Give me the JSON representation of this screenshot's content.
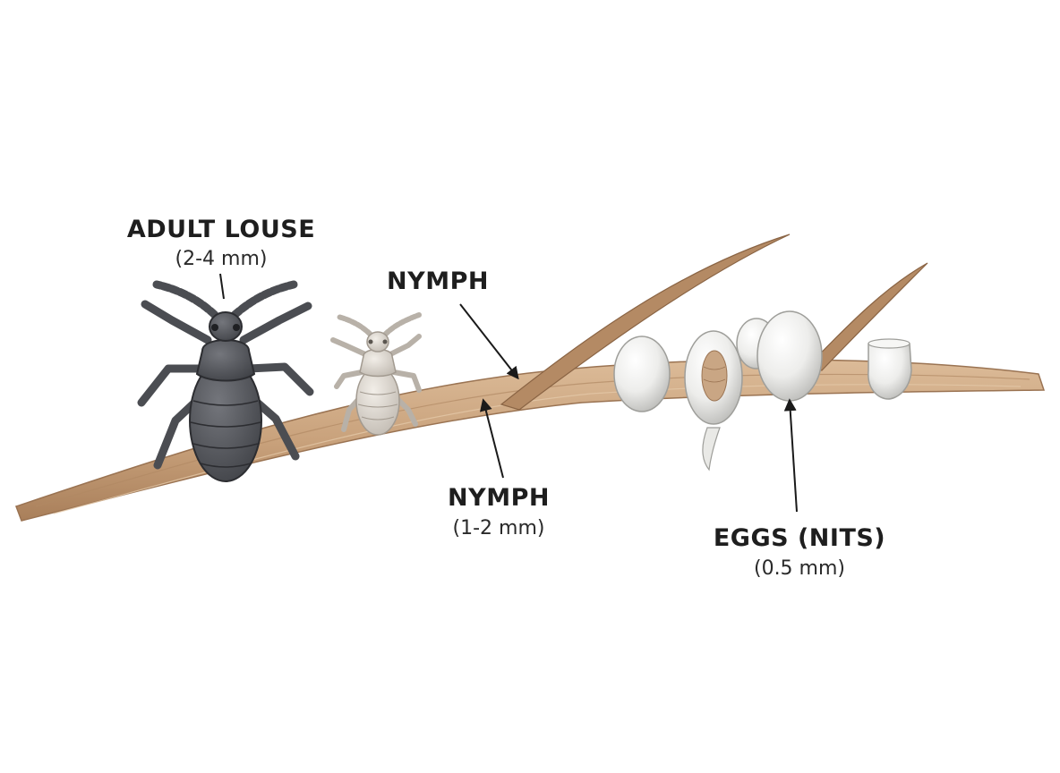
{
  "labels": {
    "adult": {
      "title": "ADULT LOUSE",
      "size": "(2-4 mm)"
    },
    "nymph_top": {
      "title": "NYMPH"
    },
    "nymph_bottom": {
      "title": "NYMPH",
      "size": "(1-2 mm)"
    },
    "eggs": {
      "title": "EGGS (NITS)",
      "size": "(0.5 mm)"
    }
  },
  "icons": {
    "hair": "hair-strand-icon",
    "adult": "adult-louse-icon",
    "nymph": "nymph-louse-icon",
    "egg": "nit-egg-icon",
    "hatched_egg": "hatched-egg-shell-icon"
  },
  "colors": {
    "hair": "#c9a27c",
    "hair_dark": "#8a6444",
    "adult_body": "#4b4d52",
    "nymph_body": "#d8d3cc",
    "egg": "#eeeeec",
    "text": "#1e1e1e"
  }
}
